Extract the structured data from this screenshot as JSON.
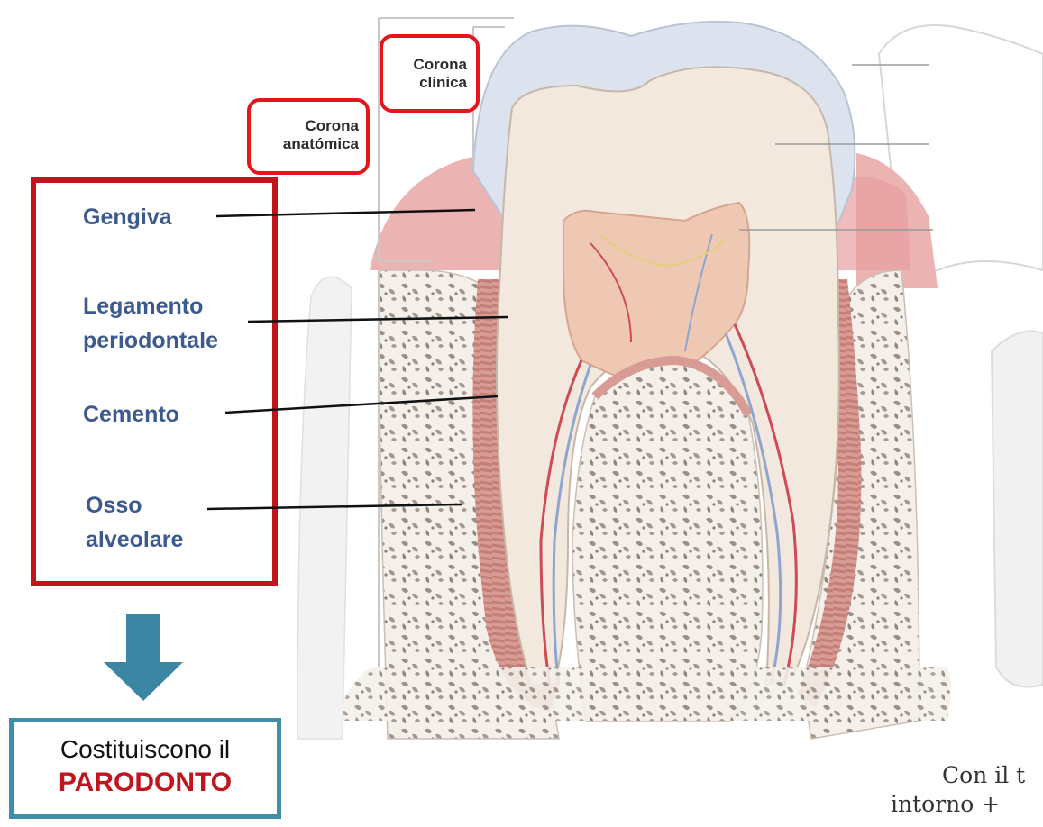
{
  "labels": {
    "corona_clinica": [
      "Corona",
      "clínica"
    ],
    "corona_anatomica": [
      "Corona",
      "anatómica"
    ],
    "gengiva": "Gengiva",
    "legamento": [
      "Legamento",
      "periodontale"
    ],
    "cemento": "Cemento",
    "osso": [
      "Osso",
      "alveolare"
    ]
  },
  "conclusion": {
    "line1": "Costituiscono il",
    "line2": "PARODONTO"
  },
  "footer": {
    "line1": "Con il t",
    "line2": "intorno +"
  },
  "colors": {
    "label_blue": "#3d5a8f",
    "box_red": "#c0151c",
    "arrow_teal": "#3b86a3",
    "gum_pink": "#e9a9ab",
    "enamel": "#dfe3ea",
    "dentin": "#f1e6dc"
  }
}
